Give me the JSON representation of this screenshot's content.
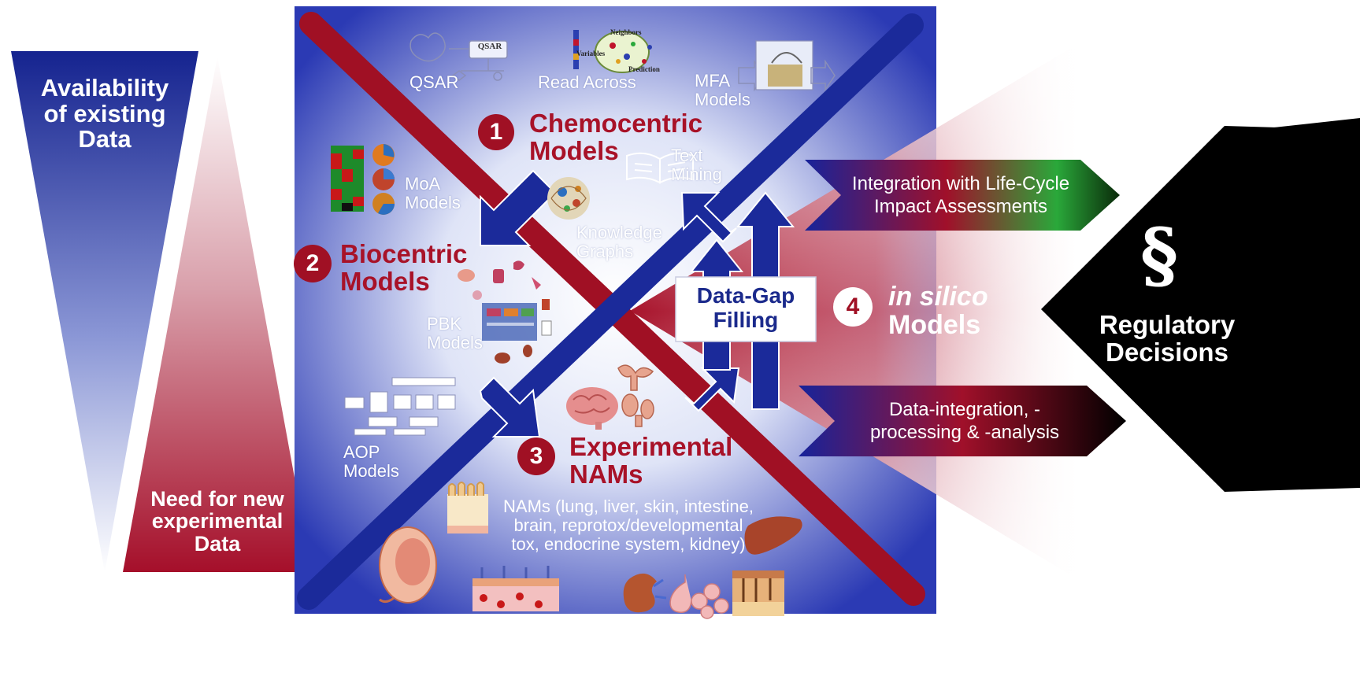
{
  "triangles": {
    "availability": [
      "Availability",
      "of existing",
      "Data"
    ],
    "need": [
      "Need for new",
      "experimental",
      "Data"
    ]
  },
  "sections": {
    "chemocentric": {
      "number": "1",
      "lines": [
        "Chemocentric",
        "Models"
      ]
    },
    "biocentric": {
      "number": "2",
      "lines": [
        "Biocentric",
        "Models"
      ]
    },
    "experimental": {
      "number": "3",
      "lines": [
        "Experimental",
        "NAMs"
      ]
    },
    "insilico": {
      "number": "4",
      "line1": "in silico",
      "line2": "Models"
    }
  },
  "tools": {
    "qsar": "QSAR",
    "read_across": "Read Across",
    "mfa": [
      "MFA",
      "Models"
    ],
    "text_mining": [
      "Text",
      "Mining"
    ],
    "moa": [
      "MoA",
      "Models"
    ],
    "knowledge_graphs": [
      "Knowledge",
      "Graphs"
    ],
    "pbk": [
      "PBK",
      "Models"
    ],
    "aop": [
      "AOP",
      "Models"
    ]
  },
  "icon_text": {
    "qsar_box": "QSAR",
    "neighbors": "Neighbors",
    "variables": "Variables",
    "prediction": "Prediction"
  },
  "nams_text": [
    "NAMs (lung, liver, skin, intestine,",
    "brain, reprotox/developmental",
    "tox, endocrine system, kidney)"
  ],
  "data_gap": [
    "Data-Gap",
    "Filling"
  ],
  "banners": {
    "top": [
      "Integration with Life-Cycle",
      "Impact Assessments"
    ],
    "bottom": [
      "Data-integration, -",
      "processing & -analysis"
    ]
  },
  "regulatory": {
    "symbol": "§",
    "lines": [
      "Regulatory",
      "Decisions"
    ]
  },
  "colors": {
    "blue": "#1b2a9a",
    "red": "#a01024",
    "green": "#1e9e2a",
    "black": "#000000"
  }
}
